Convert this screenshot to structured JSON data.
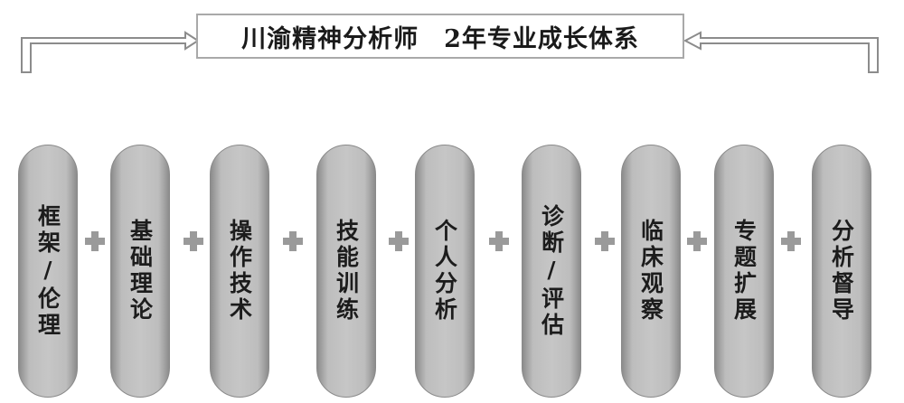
{
  "title": "川渝精神分析师　2年专业成长体系",
  "steps": [
    {
      "label": "框架/伦理"
    },
    {
      "label": "基础理论"
    },
    {
      "label": "操作技术"
    },
    {
      "label": "技能训练"
    },
    {
      "label": "个人分析"
    },
    {
      "label": "诊断/评估"
    },
    {
      "label": "临床观察"
    },
    {
      "label": "专题扩展"
    },
    {
      "label": "分析督导"
    }
  ],
  "connector_symbol": "plus-icon"
}
